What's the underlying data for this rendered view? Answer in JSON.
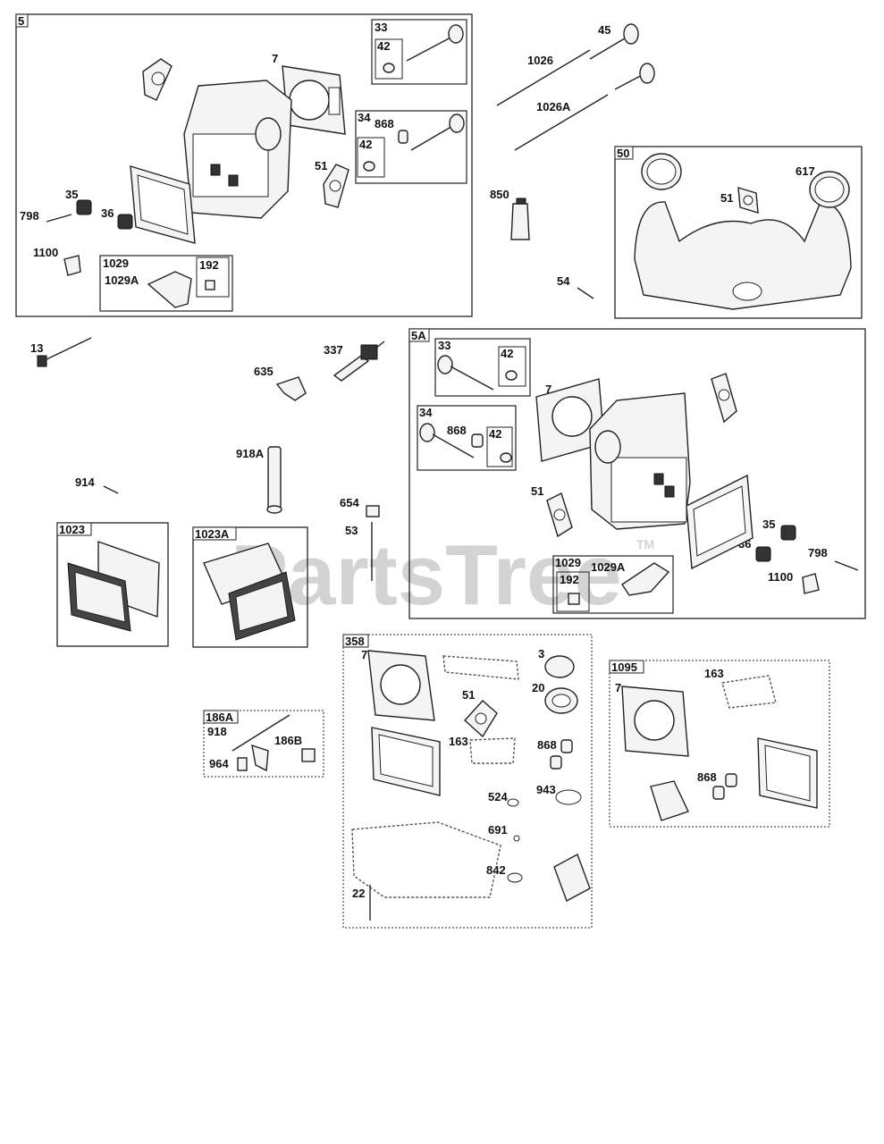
{
  "watermark": {
    "text": "PartsTree",
    "tm": "TM"
  },
  "groups": [
    {
      "id": "5",
      "label": "5"
    },
    {
      "id": "33a",
      "label": "33"
    },
    {
      "id": "42a",
      "label": "42"
    },
    {
      "id": "34a",
      "label": "34"
    },
    {
      "id": "42b",
      "label": "42"
    },
    {
      "id": "1029a",
      "label": "1029"
    },
    {
      "id": "192a",
      "label": "192"
    },
    {
      "id": "50",
      "label": "50"
    },
    {
      "id": "5A",
      "label": "5A"
    },
    {
      "id": "33b",
      "label": "33"
    },
    {
      "id": "42c",
      "label": "42"
    },
    {
      "id": "34b",
      "label": "34"
    },
    {
      "id": "42d",
      "label": "42"
    },
    {
      "id": "1029b",
      "label": "1029"
    },
    {
      "id": "192b",
      "label": "192"
    },
    {
      "id": "1023",
      "label": "1023"
    },
    {
      "id": "1023A",
      "label": "1023A"
    },
    {
      "id": "186A",
      "label": "186A"
    },
    {
      "id": "358",
      "label": "358"
    },
    {
      "id": "1095",
      "label": "1095"
    }
  ],
  "callouts": [
    "7",
    "868",
    "51",
    "35",
    "798",
    "36",
    "1100",
    "1029A",
    "45",
    "1026",
    "1026A",
    "850",
    "617",
    "51",
    "54",
    "13",
    "337",
    "635",
    "918A",
    "914",
    "654",
    "53",
    "868",
    "7",
    "51",
    "35",
    "36",
    "798",
    "1100",
    "1029A",
    "918",
    "186B",
    "964",
    "7",
    "3",
    "51",
    "20",
    "163",
    "868",
    "524",
    "943",
    "691",
    "842",
    "22",
    "163",
    "7",
    "868"
  ]
}
